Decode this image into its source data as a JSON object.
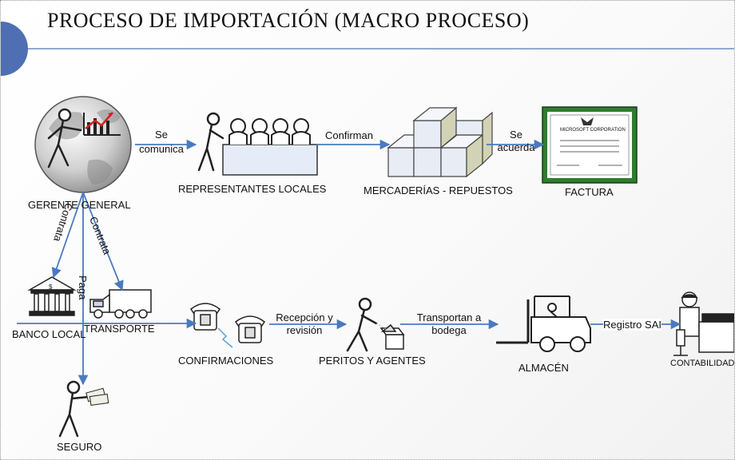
{
  "title": "PROCESO DE IMPORTACIÓN (MACRO PROCESO)",
  "nodes": {
    "gerente": "GERENTE GENERAL",
    "representantes": "REPRESENTANTES LOCALES",
    "mercaderias": "MERCADERÍAS - REPUESTOS",
    "factura": "FACTURA",
    "banco": "BANCO LOCAL",
    "transporte": "TRANSPORTE",
    "seguro": "SEGURO",
    "confirmaciones": "CONFIRMACIONES",
    "peritos": "PERITOS Y AGENTES",
    "almacen": "ALMACÉN",
    "contabilidad": "CONTABILIDAD"
  },
  "edges": {
    "se_comunica_1": "Se",
    "se_comunica_2": "comunica",
    "confirman": "Confirman",
    "se_acuerda_1": "Se",
    "se_acuerda_2": "acuerda",
    "contrata_banco": "Contrata",
    "contrata_transporte": "Contrata",
    "paga": "Paga",
    "recepcion_1": "Recepción y",
    "recepcion_2": "revisión",
    "transportan_1": "Transportan a",
    "transportan_2": "bodega",
    "registro": "Registro SAI"
  },
  "document_text": "MICROSOFT CORPORATION",
  "colors": {
    "arrow": "#4a7ac0",
    "accent_circle": "#4f6fb4",
    "certificate_frame": "#2e7d2e",
    "chart_line": "#d42020",
    "box_fill": "#e6ecf7"
  }
}
